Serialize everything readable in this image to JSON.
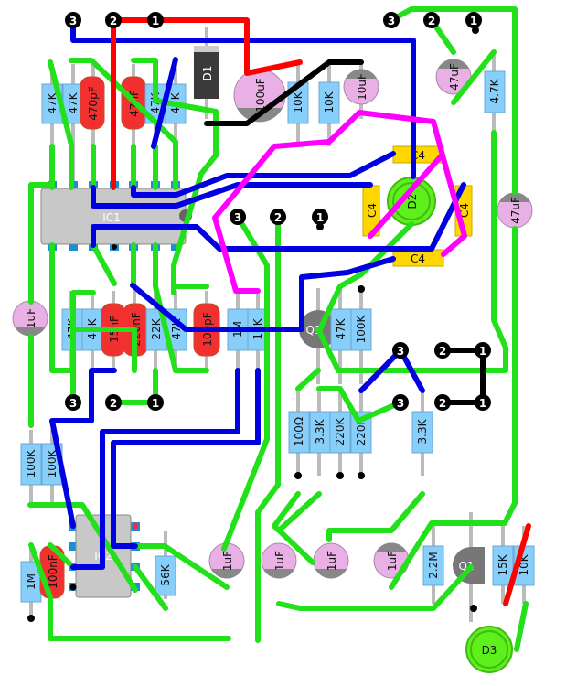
{
  "colors": {
    "wire_green": "#22e01a",
    "wire_blue": "#0000e0",
    "wire_red": "#ff0000",
    "wire_black": "#000000",
    "wire_magenta": "#ff00ff",
    "resistor": "#87cefa",
    "ceramic_cap": "#f23030",
    "electrolytic": "#e8b0e4",
    "c4": "#ffd700",
    "led": "#5ef01a",
    "ic": "#c8c8c8"
  },
  "connectors": {
    "top_left": [
      "3",
      "2",
      "1"
    ],
    "top_right": [
      "3",
      "2",
      "1"
    ],
    "middle": [
      "3",
      "2",
      "1"
    ],
    "right_upper": [
      "3",
      "2",
      "1"
    ],
    "right_lower": [
      "3",
      "2",
      "1"
    ],
    "left_lower": [
      "3",
      "2",
      "1"
    ]
  },
  "ics": {
    "ic1": "IC1",
    "ic2": "IC2"
  },
  "top_row": [
    "47K",
    "47K",
    "470pF",
    "47nF",
    "47K",
    "47K"
  ],
  "d1": "D1",
  "c100uf": "100uF",
  "top_mid": [
    "10K",
    "10K",
    "10uF"
  ],
  "top_right": [
    "47uF",
    "4.7K",
    "47uF"
  ],
  "c4": "C4",
  "d2": "D2",
  "mid_row": [
    "47K",
    "47K",
    "15nF",
    "220nF",
    "22K",
    "47K",
    "100pF",
    "1M",
    "10K"
  ],
  "c1uf_left": "1uF",
  "q1": "Q1",
  "q1_res": [
    "47K",
    "100K"
  ],
  "lower_res": [
    "100Ω",
    "3.3K",
    "220K",
    "220K",
    "3.3K"
  ],
  "left_res": [
    "100K",
    "100K"
  ],
  "ic2_area": [
    "1M",
    "100nF",
    "56K"
  ],
  "bottom_caps": [
    "1uF",
    "1uF",
    "1uF",
    "1uF"
  ],
  "bottom_right": [
    "2.2M",
    "Q1",
    "15K",
    "10K"
  ],
  "d3": "D3"
}
